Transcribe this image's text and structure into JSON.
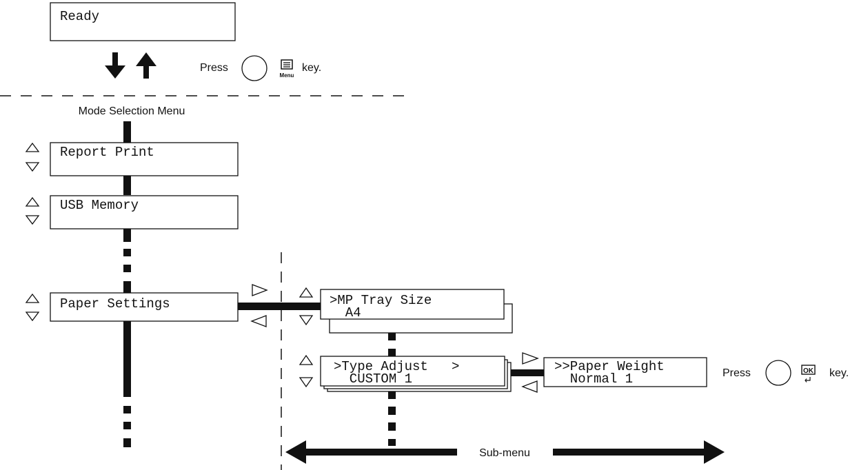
{
  "ready_display": {
    "line1": "Ready"
  },
  "menu_key_hint": {
    "press": "Press",
    "key_icon_label": "Menu",
    "suffix": "key."
  },
  "mode_selection_menu": {
    "title": "Mode Selection Menu"
  },
  "menu_items": [
    {
      "line1": "Report Print"
    },
    {
      "line1": "USB Memory"
    },
    {
      "line1": "Paper Settings"
    }
  ],
  "submenu_items": [
    {
      "line1": ">MP Tray Size",
      "line2": "  A4"
    },
    {
      "line1": ">Type Adjust   >",
      "line2": "  CUSTOM 1"
    }
  ],
  "sub_submenu_item": {
    "line1": ">>Paper Weight",
    "line2": "  Normal 1"
  },
  "ok_key_hint": {
    "press": "Press",
    "key_icon_label": "OK",
    "suffix": "key."
  },
  "submenu_label": "Sub-menu",
  "colors": {
    "ink": "#111111",
    "background": "#ffffff"
  }
}
